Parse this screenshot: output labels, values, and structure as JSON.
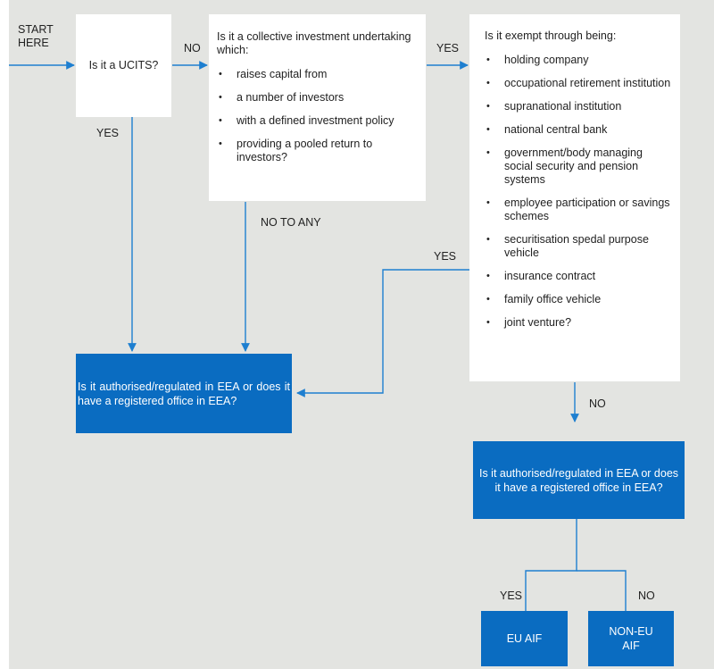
{
  "start_label": "START\nHERE",
  "labels": {
    "no_1": "NO",
    "yes_1": "YES",
    "yes_2": "YES",
    "no_to_any": "NO TO ANY",
    "yes_3": "YES",
    "no_2": "NO",
    "yes_4": "YES",
    "no_3": "NO"
  },
  "ucits_box": {
    "text": "Is it a UCITS?"
  },
  "cid_box": {
    "title": "Is it a collective investment undertaking which:",
    "items": [
      "raises capital from",
      "a number of investors",
      "with a defined investment policy",
      "providing a pooled return to investors?"
    ]
  },
  "exempt_box": {
    "title": "Is it exempt through being:",
    "items": [
      "holding company",
      "occupational retirement institution",
      "supranational institution",
      "national central bank",
      "government/body managing social security and pension systems",
      "employee participation or savings schemes",
      "securitisation spedal purpose vehicle",
      "insurance contract",
      "family office vehicle",
      "joint venture?"
    ]
  },
  "eea_box_left": {
    "text": "Is it authorised/regulated in EEA or does it have a registered office in EEA?"
  },
  "eea_box_right": {
    "text": "Is it authorised/regulated in EEA or does it have a registered office in EEA?"
  },
  "eu_aif": {
    "text": "EU AIF"
  },
  "non_eu_aif": {
    "text": "NON-EU AIF"
  },
  "colors": {
    "background": "#e3e4e1",
    "box_blue": "#0a6cc1",
    "arrow": "#1e7fd0"
  }
}
